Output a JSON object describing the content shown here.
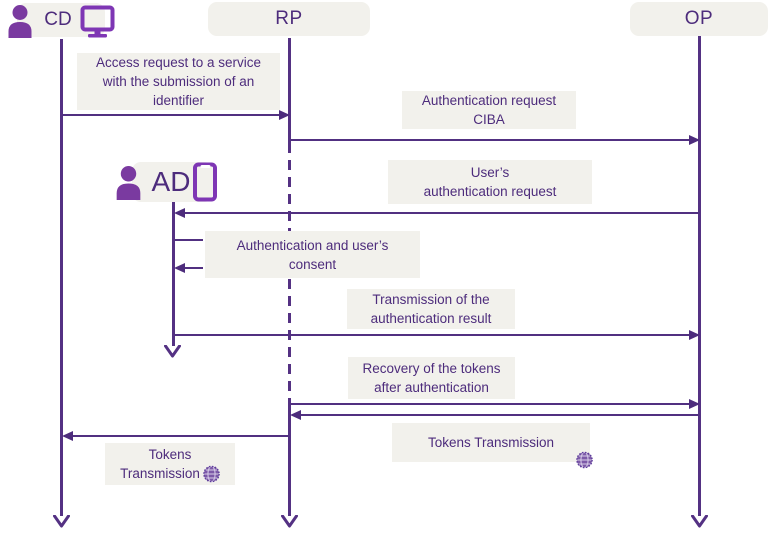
{
  "title": "CIBA authentication sequence diagram",
  "actors": {
    "cd": {
      "label": "CD"
    },
    "rp": {
      "label": "RP"
    },
    "op": {
      "label": "OP"
    },
    "ad": {
      "label": "AD"
    }
  },
  "labels": {
    "access_request": [
      "Access request to a service",
      "with the submission of an",
      "identifier"
    ],
    "ciba_request": [
      "Authentication request",
      "CIBA"
    ],
    "user_auth_request": [
      "User’s",
      "authentication request"
    ],
    "user_consent": [
      "Authentication and user’s",
      "consent"
    ],
    "auth_result": [
      "Transmission of the",
      "authentication result"
    ],
    "token_recovery": [
      "Recovery of the tokens",
      "after authentication"
    ],
    "tokens_transmission_op": [
      "Tokens Transmission"
    ],
    "tokens_transmission_cd": [
      "Tokens",
      "Transmission"
    ]
  },
  "colors": {
    "line": "#543183",
    "text": "#4d2c7c",
    "icon_fill": "#7a3aa0",
    "device_outline": "#7e36b4",
    "label_background": "#f2f1ec"
  }
}
